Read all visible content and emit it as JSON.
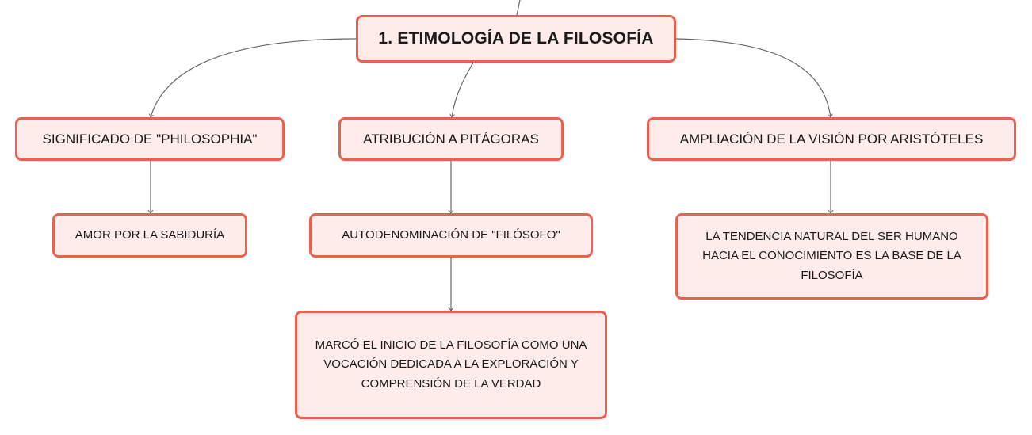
{
  "colors": {
    "node_border": "#e8634f",
    "node_fill": "#fdecea",
    "connector": "#666666"
  },
  "root": {
    "label": "1. ETIMOLOGÍA DE LA FILOSOFÍA"
  },
  "branches": [
    {
      "label": "SIGNIFICADO DE \"PHILOSOPHIA\"",
      "children": [
        {
          "label": "AMOR POR LA SABIDURÍA"
        }
      ]
    },
    {
      "label": "ATRIBUCIÓN A PITÁGORAS",
      "children": [
        {
          "label": "AUTODENOMINACIÓN DE \"FILÓSOFO\""
        },
        {
          "label": "MARCÓ EL INICIO DE LA FILOSOFÍA COMO UNA VOCACIÓN DEDICADA A LA EXPLORACIÓN Y COMPRENSIÓN DE LA VERDAD"
        }
      ]
    },
    {
      "label": "AMPLIACIÓN DE LA VISIÓN POR ARISTÓTELES",
      "children": [
        {
          "label": "LA TENDENCIA NATURAL DEL SER HUMANO HACIA EL CONOCIMIENTO ES LA BASE DE LA FILOSOFÍA"
        }
      ]
    }
  ]
}
